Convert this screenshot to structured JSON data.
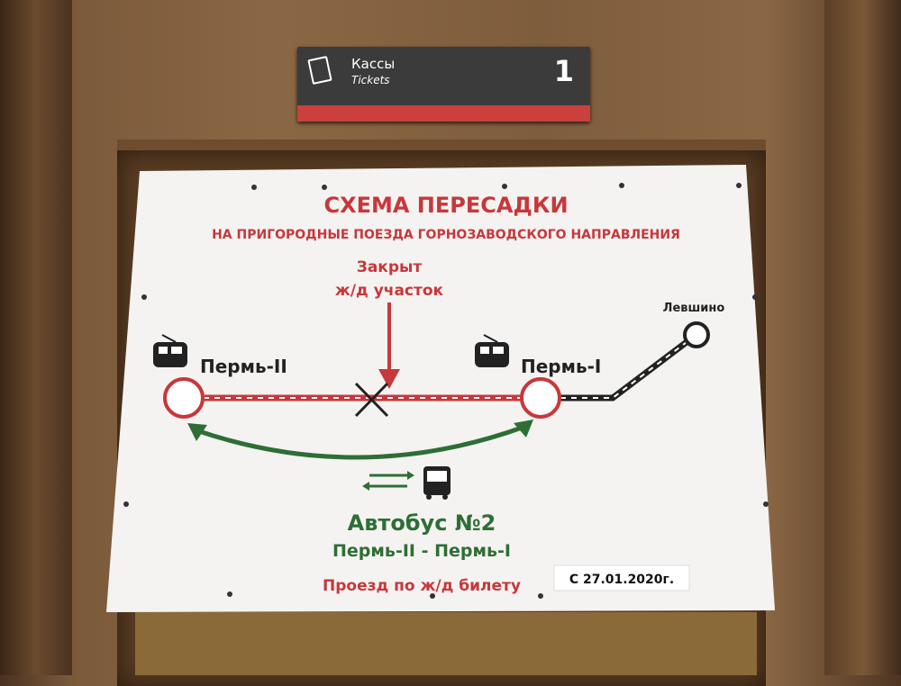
{
  "sign": {
    "title_ru": "Кассы",
    "title_en": "Tickets",
    "number": "1"
  },
  "banner": {
    "title": "СХЕМА ПЕРЕСАДКИ",
    "subtitle": "НА ПРИГОРОДНЫЕ ПОЕЗДА ГОРНОЗАВОДСКОГО НАПРАВЛЕНИЯ",
    "closed_line1": "Закрыт",
    "closed_line2": "ж/д участок",
    "station_perm2": "Пермь-II",
    "station_perm1": "Пермь-I",
    "station_levshino": "Левшино",
    "bus_title": "Автобус №2",
    "bus_route": "Пермь-II - Пермь-I",
    "fare_note": "Проезд по ж/д билету",
    "date_note": "С 27.01.2020г."
  },
  "colors": {
    "red": "#c8373b",
    "green": "#2e6e35",
    "dark": "#222222"
  }
}
